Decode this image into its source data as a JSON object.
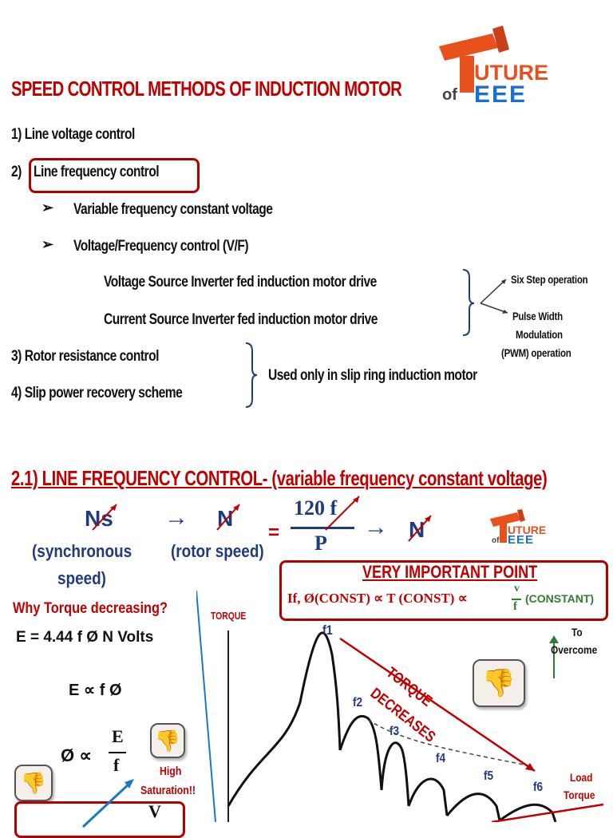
{
  "title": "SPEED CONTROL METHODS OF INDUCTION MOTOR",
  "logo": {
    "text_top": "UTURE",
    "text_of": "of",
    "text_bottom": "EEE"
  },
  "list": {
    "item1": "1)  Line voltage control",
    "item2_num": "2)",
    "item2": "Line frequency control",
    "sub1": "Variable frequency constant voltage",
    "sub2": "Voltage/Frequency control (V/F)",
    "vsi": "Voltage Source Inverter fed induction motor drive",
    "csi": "Current Source Inverter fed induction motor drive",
    "six_step": "Six Step operation",
    "pwm_1": "Pulse Width",
    "pwm_2": "Modulation",
    "pwm_3": "(PWM) operation",
    "item3": "3)  Rotor resistance control",
    "item4": "4)  Slip power recovery scheme",
    "slip_ring": "Used only in slip ring induction motor"
  },
  "section2": {
    "heading": "2.1) LINE FREQUENCY CONTROL- (variable frequency constant voltage)",
    "ns": "Ns",
    "arrow": "→",
    "n": "N",
    "equals": "=",
    "num": "120 f",
    "den": "P",
    "n2": "N",
    "sync_1": "(synchronous",
    "sync_2": "speed)",
    "rotor": "(rotor speed)",
    "vip_title": "VERY IMPORTANT POINT",
    "vip_text": "If, Ø(CONST) ∝ T (CONST) ∝",
    "vip_v": "v",
    "vip_f": "f",
    "vip_const": "(CONSTANT)",
    "why": "Why Torque decreasing?",
    "eq1": "E = 4.44 f Ø N Volts",
    "eq2": "E ∝ f Ø",
    "eq3_lhs": "Ø ∝",
    "eq3_num": "E",
    "eq3_den": "f",
    "high_sat_1": "High",
    "high_sat_2": "Saturation!!",
    "torque_axis": "TORQUE",
    "to_overcome_1": "To",
    "to_overcome_2": "Overcome",
    "torque_dec_1": "TORQUE",
    "torque_dec_2": "DECREASES",
    "curves": [
      "f1",
      "f2",
      "f3",
      "f4",
      "f5",
      "f6"
    ],
    "load_1": "Load",
    "load_2": "Torque",
    "bottom_v": "V"
  },
  "colors": {
    "red": "#c00000",
    "navy": "#1f3b7a",
    "green": "#2e7d32",
    "blue": "#1a7ac0"
  }
}
